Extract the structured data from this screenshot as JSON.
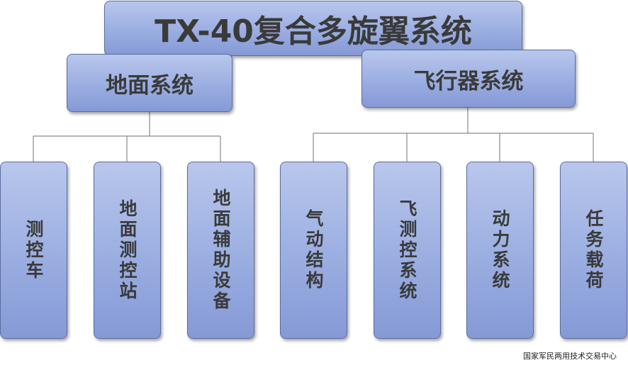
{
  "title": "TX-40复合多旋翼系统",
  "branches": [
    {
      "label": "地面系统",
      "children": [
        "测控车",
        "地面测控站",
        "地面辅助设备"
      ]
    },
    {
      "label": "飞行器系统",
      "children": [
        "气动结构",
        "飞测控系统",
        "动力系统",
        "任务载荷"
      ]
    }
  ],
  "footer": "国家军民两用技术交易中心",
  "colors": {
    "box_top": "#b9c7ec",
    "box_bottom": "#8599d6",
    "border": "#5a6d9e",
    "text": "#3a3a3a",
    "connector": "#8a8a8a"
  }
}
